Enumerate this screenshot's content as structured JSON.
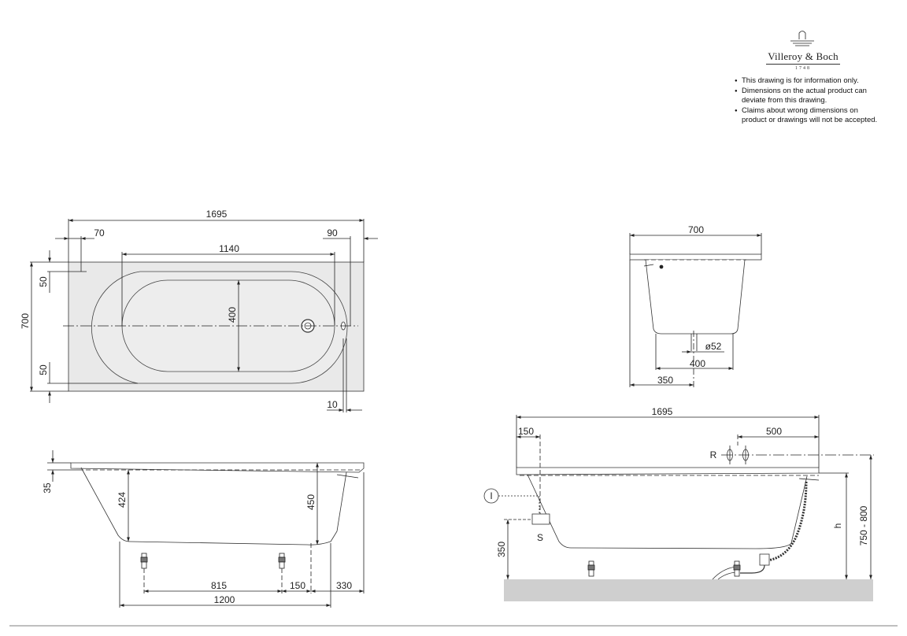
{
  "brand": {
    "name": "Villeroy & Boch",
    "year": "1748",
    "logo_icon": "fountain-arch-icon"
  },
  "notes": [
    "This drawing is for information only.",
    "Dimensions on the actual product can deviate from this drawing.",
    "Claims about wrong dimensions on product or drawings will not be accepted."
  ],
  "top_view": {
    "overall_length": "1695",
    "left_offset": "70",
    "inner_length": "1140",
    "right_offset": "90",
    "width": "700",
    "inner_width": "400",
    "rim_top": "50",
    "rim_bottom": "50",
    "drain_offset": "10"
  },
  "side_view_left": {
    "rim_thickness": "35",
    "depth_left": "424",
    "depth_right": "450",
    "feet_spacing": "815",
    "foot_to_drain": "150",
    "drain_to_end": "330",
    "base_length": "1200"
  },
  "end_view": {
    "width": "700",
    "drain_diameter": "ø52",
    "base_width": "400",
    "drain_center": "350"
  },
  "side_view_right": {
    "overall_length": "1695",
    "waste_offset": "150",
    "tap_offset": "500",
    "tap_label": "R",
    "siphon_label": "S",
    "callout_label": "I",
    "height_label": "h",
    "installed_height": "750 - 800",
    "siphon_height": "350"
  },
  "colors": {
    "tub_fill": "#e9e9e9",
    "floor_fill": "#cfcfcf",
    "line": "#222222"
  }
}
